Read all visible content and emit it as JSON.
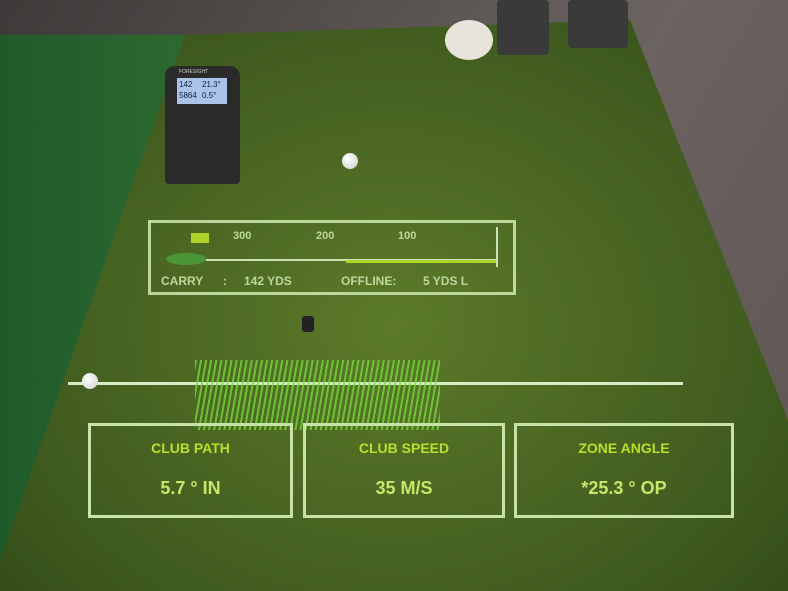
{
  "device": {
    "brand": "FORESIGHT",
    "readouts": [
      "142",
      "21.3°",
      "5864",
      "0.5°"
    ]
  },
  "range_display": {
    "ticks": [
      "300",
      "200",
      "100"
    ],
    "carry_label": "CARRY",
    "carry_sep": ":",
    "carry_value": "142 YDS",
    "offline_label": "OFFLINE:",
    "offline_value": "5 YDS L"
  },
  "metrics": [
    {
      "label": "CLUB PATH",
      "value": "5.7 ° IN"
    },
    {
      "label": "CLUB SPEED",
      "value": "35 M/S"
    },
    {
      "label": "ZONE ANGLE",
      "value": "*25.3 ° OP"
    }
  ]
}
